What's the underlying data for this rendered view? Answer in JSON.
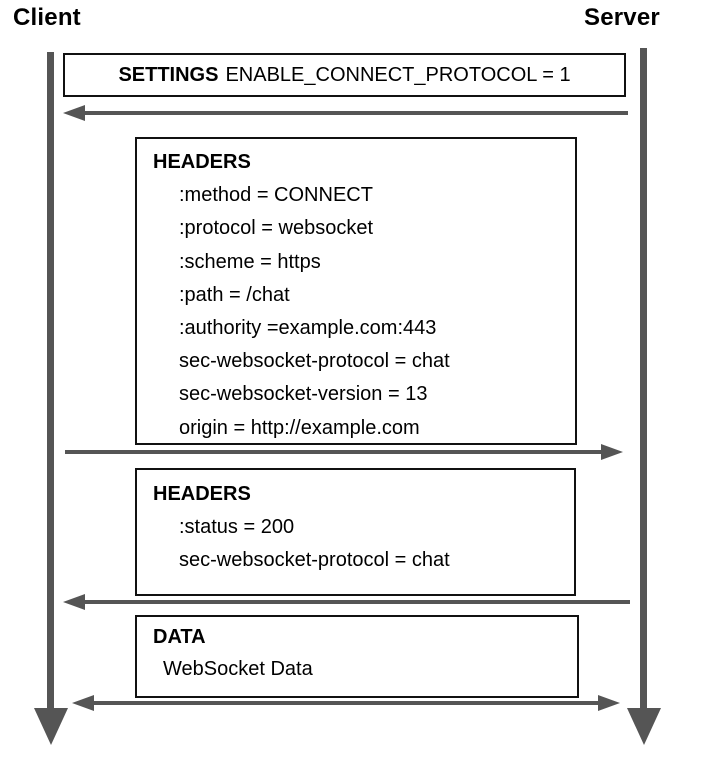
{
  "diagram": {
    "title_implied": "WebSocket bootstrap over HTTP/2 (Extended CONNECT)",
    "colors": {
      "line_gray": "#555555",
      "box_border": "#111111",
      "text": "#000000",
      "background": "#ffffff"
    },
    "actors": [
      {
        "name": "Client"
      },
      {
        "name": "Server"
      }
    ],
    "frames": [
      {
        "type": "SETTINGS",
        "label": "SETTINGS",
        "body": "ENABLE_CONNECT_PROTOCOL = 1",
        "direction": "server-to-client"
      },
      {
        "type": "HEADERS",
        "label": "HEADERS",
        "fields": [
          ":method = CONNECT",
          ":protocol = websocket",
          ":scheme = https",
          ":path = /chat",
          ":authority =example.com:443",
          "sec-websocket-protocol = chat",
          "sec-websocket-version = 13",
          "origin = http://example.com"
        ],
        "direction": "client-to-server"
      },
      {
        "type": "HEADERS",
        "label": "HEADERS",
        "fields": [
          ":status = 200",
          "sec-websocket-protocol = chat"
        ],
        "direction": "server-to-client"
      },
      {
        "type": "DATA",
        "label": "DATA",
        "fields": [
          "WebSocket Data"
        ],
        "direction": "bidirectional"
      }
    ]
  }
}
